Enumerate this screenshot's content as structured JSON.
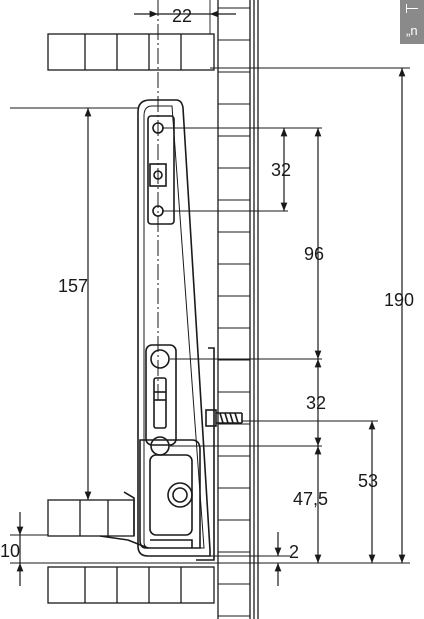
{
  "badge": {
    "label": "„n"
  },
  "dimensions": {
    "top_width": "22",
    "hole_pitch": "32",
    "hole_to_screw": "96",
    "total_height": "190",
    "side_height": "157",
    "lower_pitch": "32",
    "screw_height": "53",
    "bottom_offset": "47,5",
    "bottom_gap": "2",
    "floor_thickness": "10"
  },
  "colors": {
    "line": "#1a1a1a",
    "badge": "#8a8a8a"
  }
}
